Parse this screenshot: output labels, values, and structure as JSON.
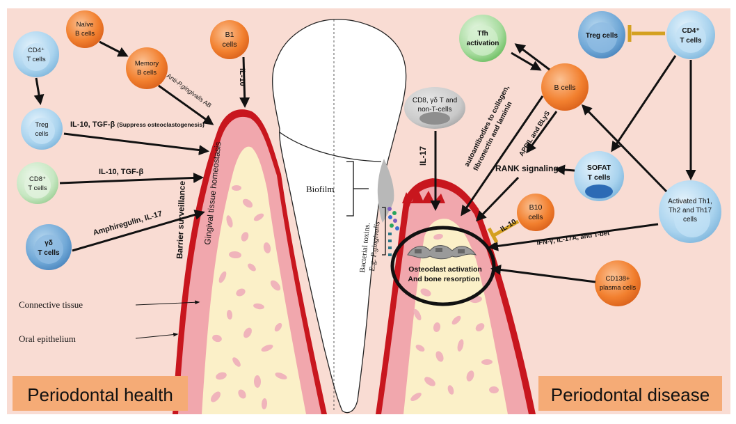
{
  "colors": {
    "background": "#f9dcd3",
    "gum_red": "#c8161e",
    "gum_pink": "#f1a7ad",
    "bone": "#fbf0c8",
    "panel_label_bg": "#f5ab76",
    "orange_cell": "#f07c2c",
    "blue_cell": "#a9d3ee",
    "green_cell": "#c7e7c2",
    "grey_cell": "#c9c9c9",
    "inhibit": "#d4a020"
  },
  "panels": {
    "left": "Periodontal health",
    "right": "Periodontal disease"
  },
  "cells": {
    "cd4_left": [
      "CD4⁺",
      "T cells"
    ],
    "treg_left": [
      "Treg",
      "cells"
    ],
    "cd8_left": [
      "CD8⁺",
      "T cells"
    ],
    "gd_left": [
      "γδ",
      "T cells"
    ],
    "naive_b": [
      "Naïve",
      "B cells"
    ],
    "memory_b": [
      "Memory",
      "B cells"
    ],
    "b1": [
      "B1",
      "cells"
    ],
    "cd8_gd": [
      "CD8, γδ T and",
      "non-T-cells"
    ],
    "tfh": [
      "Tfh",
      "activation"
    ],
    "b_cells": [
      "B cells"
    ],
    "treg_right": [
      "Treg cells"
    ],
    "cd4_right": [
      "CD4⁺",
      "T cells"
    ],
    "sofat": [
      "SOFAT",
      "T cells"
    ],
    "activated_th": [
      "Activated Th1,",
      "Th2 and Th17",
      "cells"
    ],
    "b10": [
      "B10",
      "cells"
    ],
    "cd138": [
      "CD138+",
      "plasma cells"
    ]
  },
  "labels": {
    "il10_tgfb_suppress_main": "IL-10, TGF-β",
    "il10_tgfb_suppress_note": "(Suppress osteoclastogenesis)",
    "il10_tgfb": "IL-10, TGF-β",
    "amphiregulin": "Amphiregulin, IL-17",
    "anti_pg_ab": "Anti-",
    "anti_pg_ab_italic": "P.gingivalis",
    "anti_pg_ab_end": " AB",
    "il10_b1": "IL-10",
    "barrier": "Barrier surveillance",
    "gingival_homeostasis": "Gingival tissue homeostasis",
    "connective_tissue": "Connective tissue",
    "oral_epithelium": "Oral epithelium",
    "biofilm": "Biofilm",
    "toxins_line1": "Bacterial toxins.",
    "toxins_line2_prefix": "E.g.",
    "toxins_line2_italic": "P.gingivalis",
    "il17_right": "IL-17",
    "autoantibodies": [
      "autoantibodies to collagen,",
      "fibronectin and laminin"
    ],
    "april_blys": "APRIL and BLyS",
    "rank_signaling": "RANK signaling",
    "il10_b10": "IL-10",
    "ifn": "IFN-γ, IL-17A, and T-bet",
    "osteoclast": [
      "Osteoclast activation",
      "And bone resorption"
    ]
  }
}
